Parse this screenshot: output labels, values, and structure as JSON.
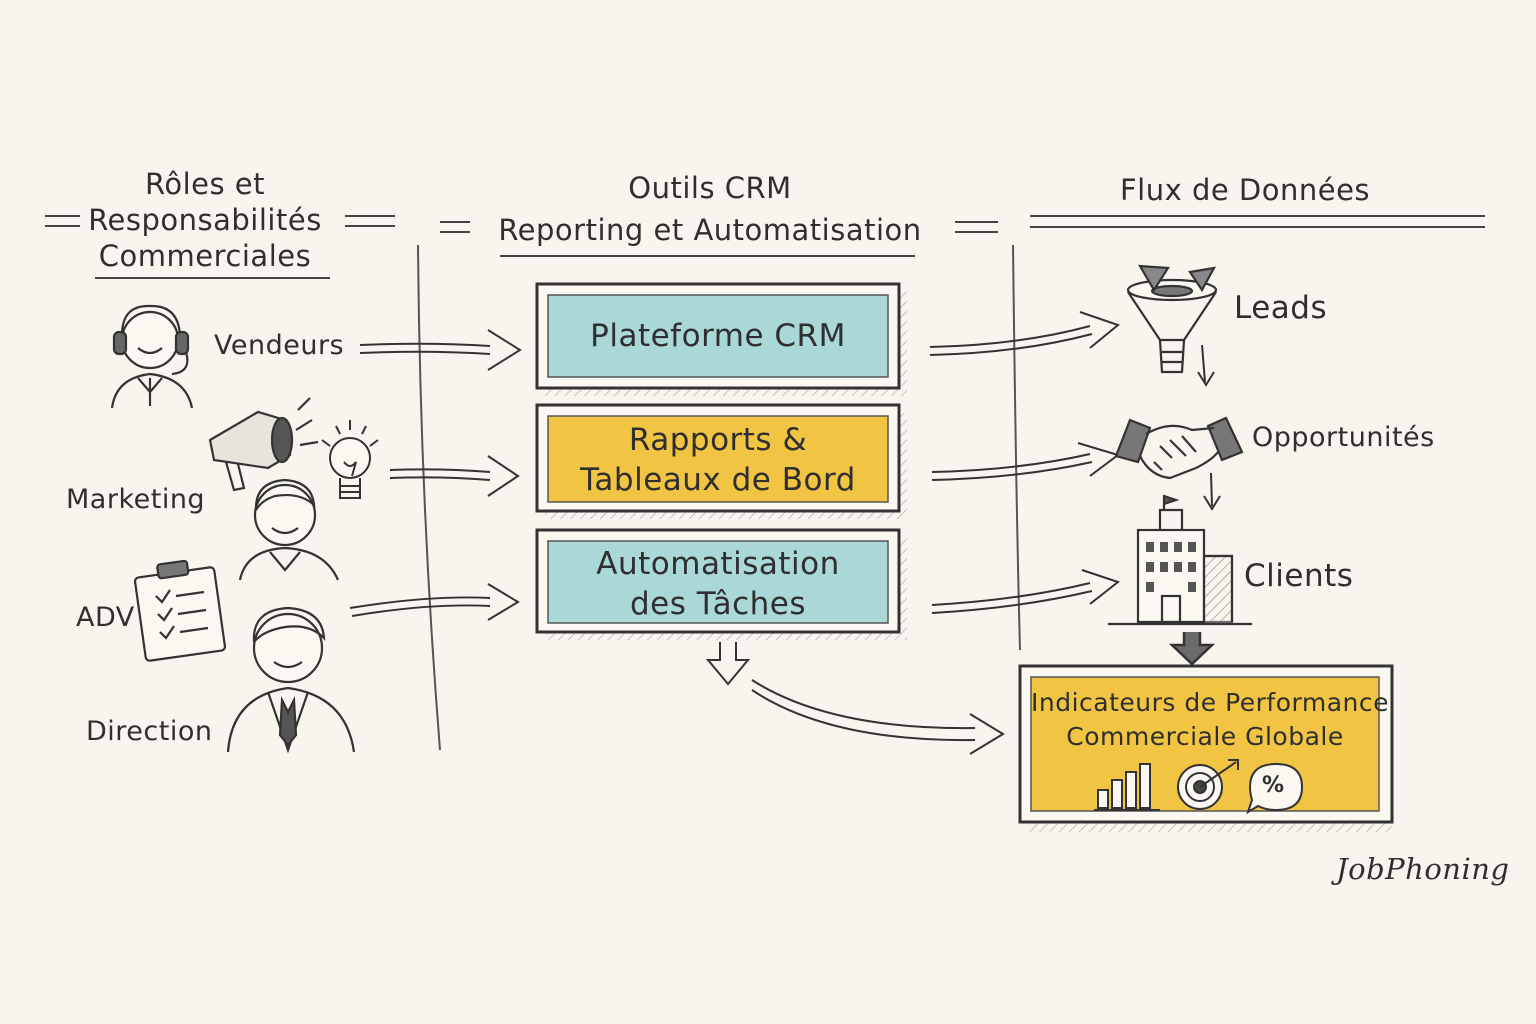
{
  "columns": {
    "roles": {
      "line1": "Rôles et",
      "line2": "Responsabilités",
      "line3": "Commerciales"
    },
    "tools": {
      "line1": "Outils CRM",
      "line2": "Reporting et Automatisation"
    },
    "flow": {
      "line1": "Flux de Données"
    }
  },
  "roles": [
    {
      "label": "Vendeurs",
      "icon": "headset-person-icon"
    },
    {
      "label": "Marketing",
      "icon": "megaphone-person-icon"
    },
    {
      "label": "ADV",
      "icon": "clipboard-checklist-icon"
    },
    {
      "label": "Direction",
      "icon": "businessman-icon"
    }
  ],
  "tools": [
    {
      "line1": "Plateforme CRM",
      "line2": "",
      "color": "#a9d8d6"
    },
    {
      "line1": "Rapports &",
      "line2": "Tableaux de Bord",
      "color": "#f2c443"
    },
    {
      "line1": "Automatisation",
      "line2": "des Tâches",
      "color": "#a9d8d6"
    }
  ],
  "data_flow": [
    {
      "label": "Leads",
      "icon": "funnel-icon"
    },
    {
      "label": "Opportunités",
      "icon": "handshake-icon"
    },
    {
      "label": "Clients",
      "icon": "building-icon"
    }
  ],
  "kpi": {
    "line1": "Indicateurs de Performance",
    "line2": "Commerciale Globale",
    "color": "#f2c443",
    "icons": [
      "bar-chart-icon",
      "target-icon",
      "percent-bubble-icon"
    ],
    "percent_symbol": "%"
  },
  "brand": "JobPhoning",
  "colors": {
    "background": "#f9f5ee",
    "ink": "#2f2f2f",
    "teal": "#a9d8d6",
    "yellow": "#f2c443"
  }
}
